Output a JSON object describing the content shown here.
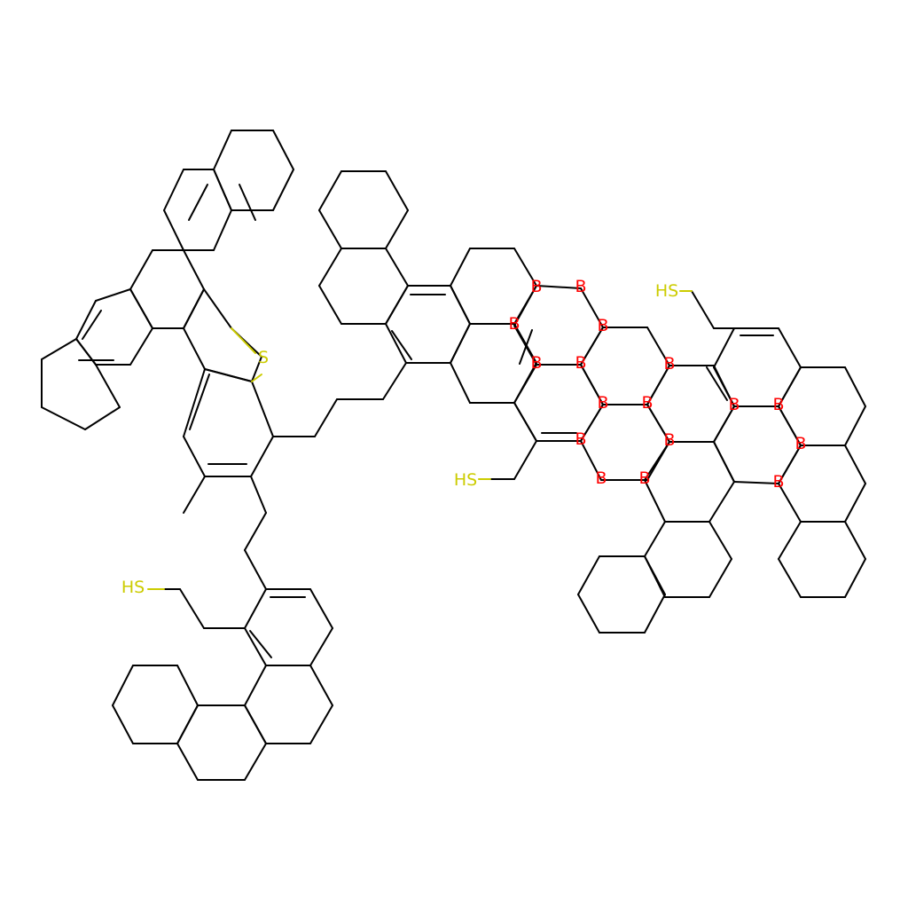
{
  "labels": {
    "sulfur": "S",
    "thiol_1": "HS",
    "thiol_2": "HS",
    "thiol_3": "HS",
    "boron": "B"
  },
  "colors": {
    "bond": "#000000",
    "sulfur": "#cccc00",
    "boron": "#ff0000",
    "background": "#ffffff"
  }
}
